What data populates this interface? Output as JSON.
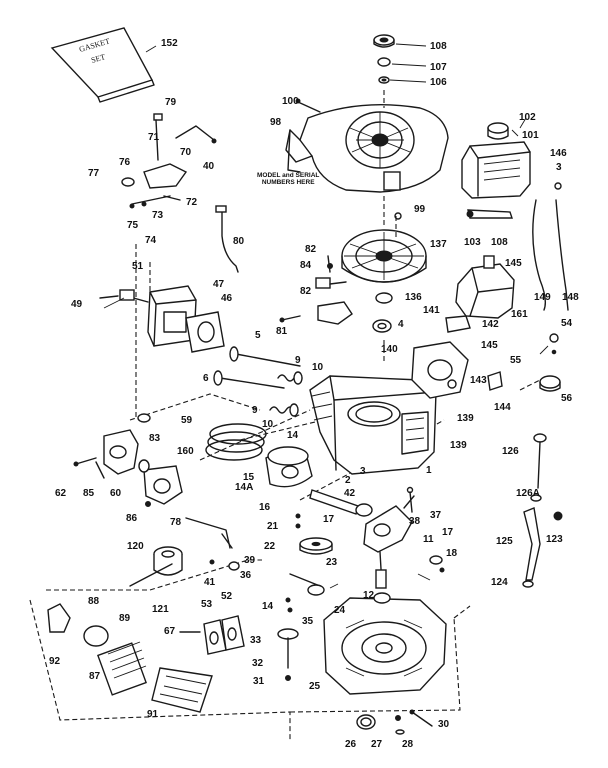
{
  "diagram": {
    "book_title_line1": "GASKET",
    "book_title_line2": "SET",
    "housing_note_line1": "MODEL and SERIAL",
    "housing_note_line2": "NUMBERS HERE",
    "labels": {
      "l152": "152",
      "l108": "108",
      "l107": "107",
      "l106": "106",
      "l79": "79",
      "l71": "71",
      "l70": "70",
      "l40": "40",
      "l100": "100",
      "l98": "98",
      "l102": "102",
      "l101": "101",
      "l146": "146",
      "l3": "3",
      "l77": "77",
      "l76": "76",
      "l72": "72",
      "l75": "75",
      "l73": "73",
      "l74": "74",
      "l99": "99",
      "l103": "103",
      "l108b": "108",
      "l80": "80",
      "l82a": "82",
      "l84": "84",
      "l137": "137",
      "l145": "145",
      "l51": "51",
      "l47": "47",
      "l46": "46",
      "l49": "49",
      "l82b": "82",
      "l136": "136",
      "l149": "149",
      "l148": "148",
      "l161": "161",
      "l81": "81",
      "l4": "4",
      "l141": "141",
      "l142": "142",
      "l54": "54",
      "l5": "5",
      "l9a": "9",
      "l10a": "10",
      "l140": "140",
      "l145b": "145",
      "l55": "55",
      "l6": "6",
      "l143": "143",
      "l144": "144",
      "l56": "56",
      "l9b": "9",
      "l10b": "10",
      "l59": "59",
      "l139a": "139",
      "l83": "83",
      "l14": "14",
      "l160": "160",
      "l139b": "139",
      "l126": "126",
      "l15": "15",
      "l1": "1",
      "l62": "62",
      "l85": "85",
      "l60": "60",
      "l14A": "14A",
      "l2": "2",
      "l42": "42",
      "l126A": "126A",
      "l86": "86",
      "l78": "78",
      "l16": "16",
      "l17a": "17",
      "l38": "38",
      "l37": "37",
      "l21": "21",
      "l11": "11",
      "l17b": "17",
      "l22": "22",
      "l125": "125",
      "l123": "123",
      "l120": "120",
      "l39": "39",
      "l23": "23",
      "l18": "18",
      "l36": "36",
      "l41": "41",
      "l12": "12",
      "l124": "124",
      "l88": "88",
      "l53": "53",
      "l52": "52",
      "l121": "121",
      "l89": "89",
      "l14b": "14",
      "l35": "35",
      "l24": "24",
      "l67": "67",
      "l33": "33",
      "l92": "92",
      "l87": "87",
      "l32": "32",
      "l31": "31",
      "l25": "25",
      "l91": "91",
      "l30": "30",
      "l26": "26",
      "l27": "27",
      "l28": "28"
    }
  }
}
